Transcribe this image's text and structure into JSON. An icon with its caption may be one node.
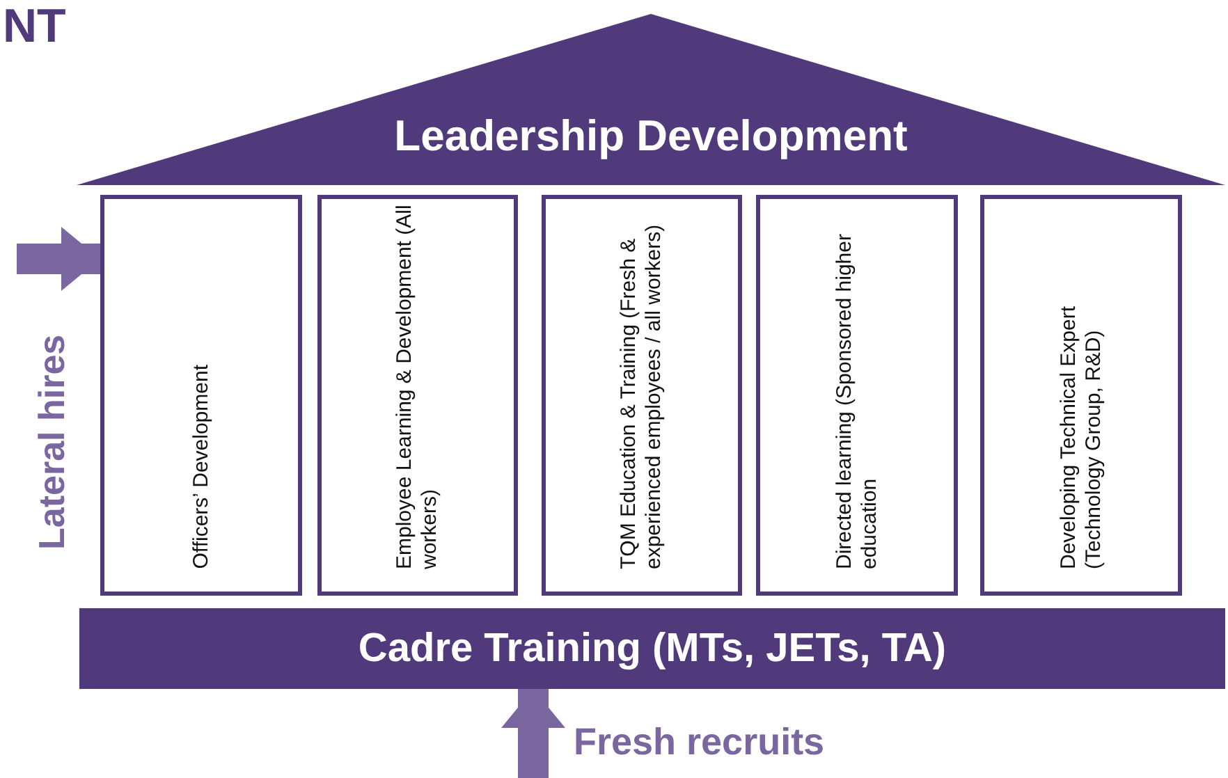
{
  "diagram": {
    "title": "NT",
    "nodes": [
      {
        "text": [
          "Leadership Development"
        ]
      },
      {
        "text": [
          "Officers’ Development"
        ]
      },
      {
        "text": [
          "Employee Learning & Development (All workers)"
        ]
      },
      {
        "text": [
          "TQM Education & Training (Fresh & experienced employees / all workers)"
        ]
      },
      {
        "text": [
          "Directed learning (Sponsored higher education"
        ]
      },
      {
        "text": [
          "Developing Technical Expert (Technology Group, R&D)"
        ]
      },
      {
        "text": [
          "Cadre Training (MTs, JETs, TA)"
        ]
      }
    ],
    "edges": [
      {
        "from": null,
        "to": 1,
        "arrow": "to"
      },
      {
        "from": null,
        "to": 6,
        "arrow": "to"
      }
    ],
    "labels": [
      "Lateral hires",
      "Fresh recruits"
    ]
  }
}
